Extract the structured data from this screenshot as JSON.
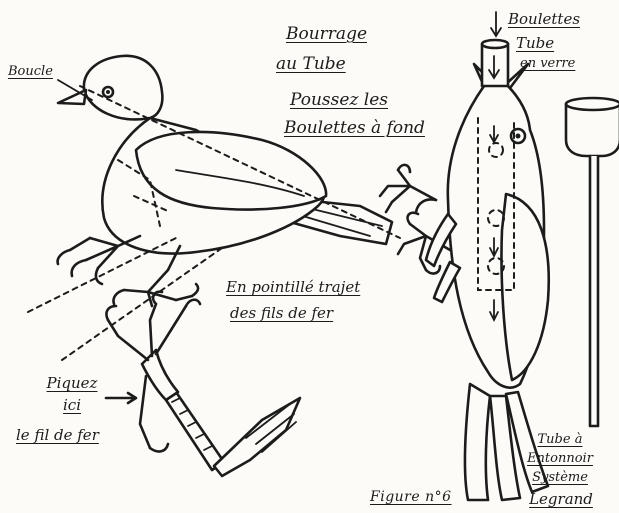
{
  "labels": {
    "boucle": "Boucle",
    "title_line1": "Bourrage",
    "title_line2": "au Tube",
    "title_line3": "Poussez les",
    "title_line4": "Boulettes à fond",
    "boulettes_line1": "Boulettes",
    "boulettes_line2": "Tube",
    "boulettes_line3": "en verre",
    "pointille_line1": "En pointillé trajet",
    "pointille_line2": "des fils de fer",
    "piquez_line1": "Piquez",
    "piquez_line2": "ici",
    "piquez_line3": "le fil de fer",
    "tube_line1": "Tube à",
    "tube_line2": "Entonnoir",
    "tube_line3": "Système",
    "tube_line4": "Legrand",
    "figure": "Figure n°6"
  }
}
